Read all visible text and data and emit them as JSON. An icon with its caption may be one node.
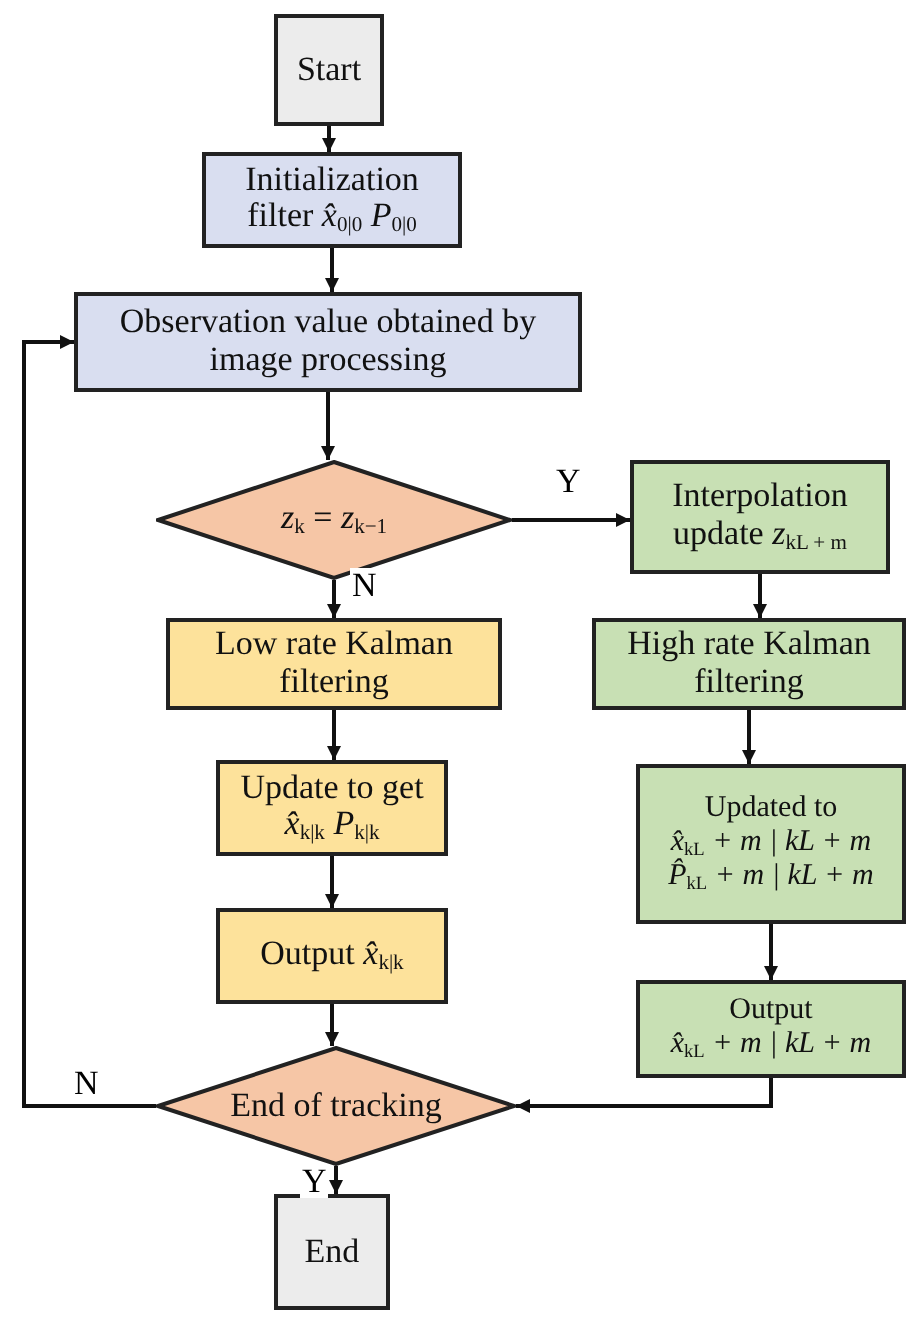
{
  "diagram": {
    "nodes": [
      {
        "text": [
          "Start"
        ]
      },
      {
        "text": [
          "Initialization filter *x̂*$_{0|0}$ *P*$_{0|0}$"
        ]
      },
      {
        "text": [
          "Observation value obtained by image processing"
        ]
      },
      {
        "text": [
          "*z*$_{k}$ = *z*$_{k−1}$"
        ]
      },
      {
        "text": [
          "Interpolation update *z*$_{kL + m}$"
        ]
      },
      {
        "text": [
          "Low rate Kalman filtering"
        ]
      },
      {
        "text": [
          "High rate Kalman filtering"
        ]
      },
      {
        "text": [
          "Update to get *x̂*$_{k|k}$ *P*$_{k|k}$"
        ]
      },
      {
        "text": [
          "Output *x̂*$_{k|k}$"
        ]
      },
      {
        "text": [
          "Updated to",
          "*x̂*$_{kL}$ *+ m | kL + m*",
          "*P̂*$_{kL}$ *+ m | kL + m*"
        ]
      },
      {
        "text": [
          "Output",
          "*x̂*$_{kL}$ *+ m | kL + m*"
        ]
      },
      {
        "text": [
          "End of tracking"
        ]
      },
      {
        "text": [
          "End"
        ]
      }
    ],
    "edges": [
      {
        "from": 0,
        "to": 1,
        "arrow": "to"
      },
      {
        "from": 1,
        "to": 2,
        "arrow": "to"
      },
      {
        "from": 2,
        "to": 3,
        "arrow": "to"
      },
      {
        "from": 3,
        "to": 4,
        "arrow": "to",
        "label": "Y"
      },
      {
        "from": 3,
        "to": 5,
        "arrow": "to",
        "label": "N"
      },
      {
        "from": 4,
        "to": 6,
        "arrow": "to"
      },
      {
        "from": 5,
        "to": 7,
        "arrow": "to"
      },
      {
        "from": 7,
        "to": 8,
        "arrow": "to"
      },
      {
        "from": 8,
        "to": 11,
        "arrow": "to"
      },
      {
        "from": 6,
        "to": 9,
        "arrow": "to"
      },
      {
        "from": 9,
        "to": 10,
        "arrow": "to"
      },
      {
        "from": 10,
        "to": 11,
        "arrow": "to"
      },
      {
        "from": 11,
        "to": 12,
        "arrow": "to",
        "label": "Y"
      },
      {
        "from": 11,
        "to": 2,
        "arrow": "to",
        "label": "N"
      }
    ]
  }
}
